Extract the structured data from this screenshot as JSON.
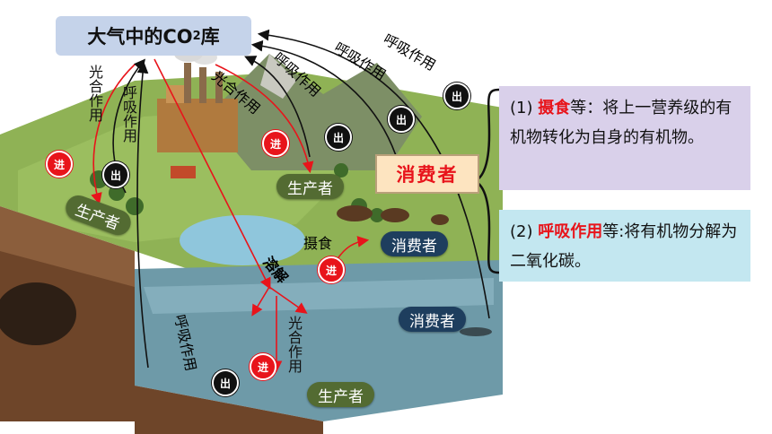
{
  "title": {
    "main": "大气中的CO",
    "sub": "2",
    "suffix": "库"
  },
  "badges": {
    "in": "进",
    "out": "出"
  },
  "labels": {
    "photosynthesis": "光合作用",
    "respiration": "呼吸作用",
    "dissolve": "溶解",
    "eat": "摄食",
    "producer": "生产者",
    "consumer": "消费者"
  },
  "consumer_box": "消费者",
  "info1": {
    "prefix": "(1) ",
    "highlight": "摄食",
    "rest": "等：将上一营养级的有机物转化为自身的有机物。"
  },
  "info2": {
    "prefix": "(2) ",
    "highlight": "呼吸作用",
    "rest": "等:将有机物分解为二氧化碳。"
  },
  "colors": {
    "title_bg": "#c5d3ea",
    "producer_pill": "#536b32",
    "consumer_pill": "#1e3e5e",
    "accent_red": "#e8141b",
    "info1_bg": "#d9d0ea",
    "info2_bg": "#c3e7f0"
  }
}
